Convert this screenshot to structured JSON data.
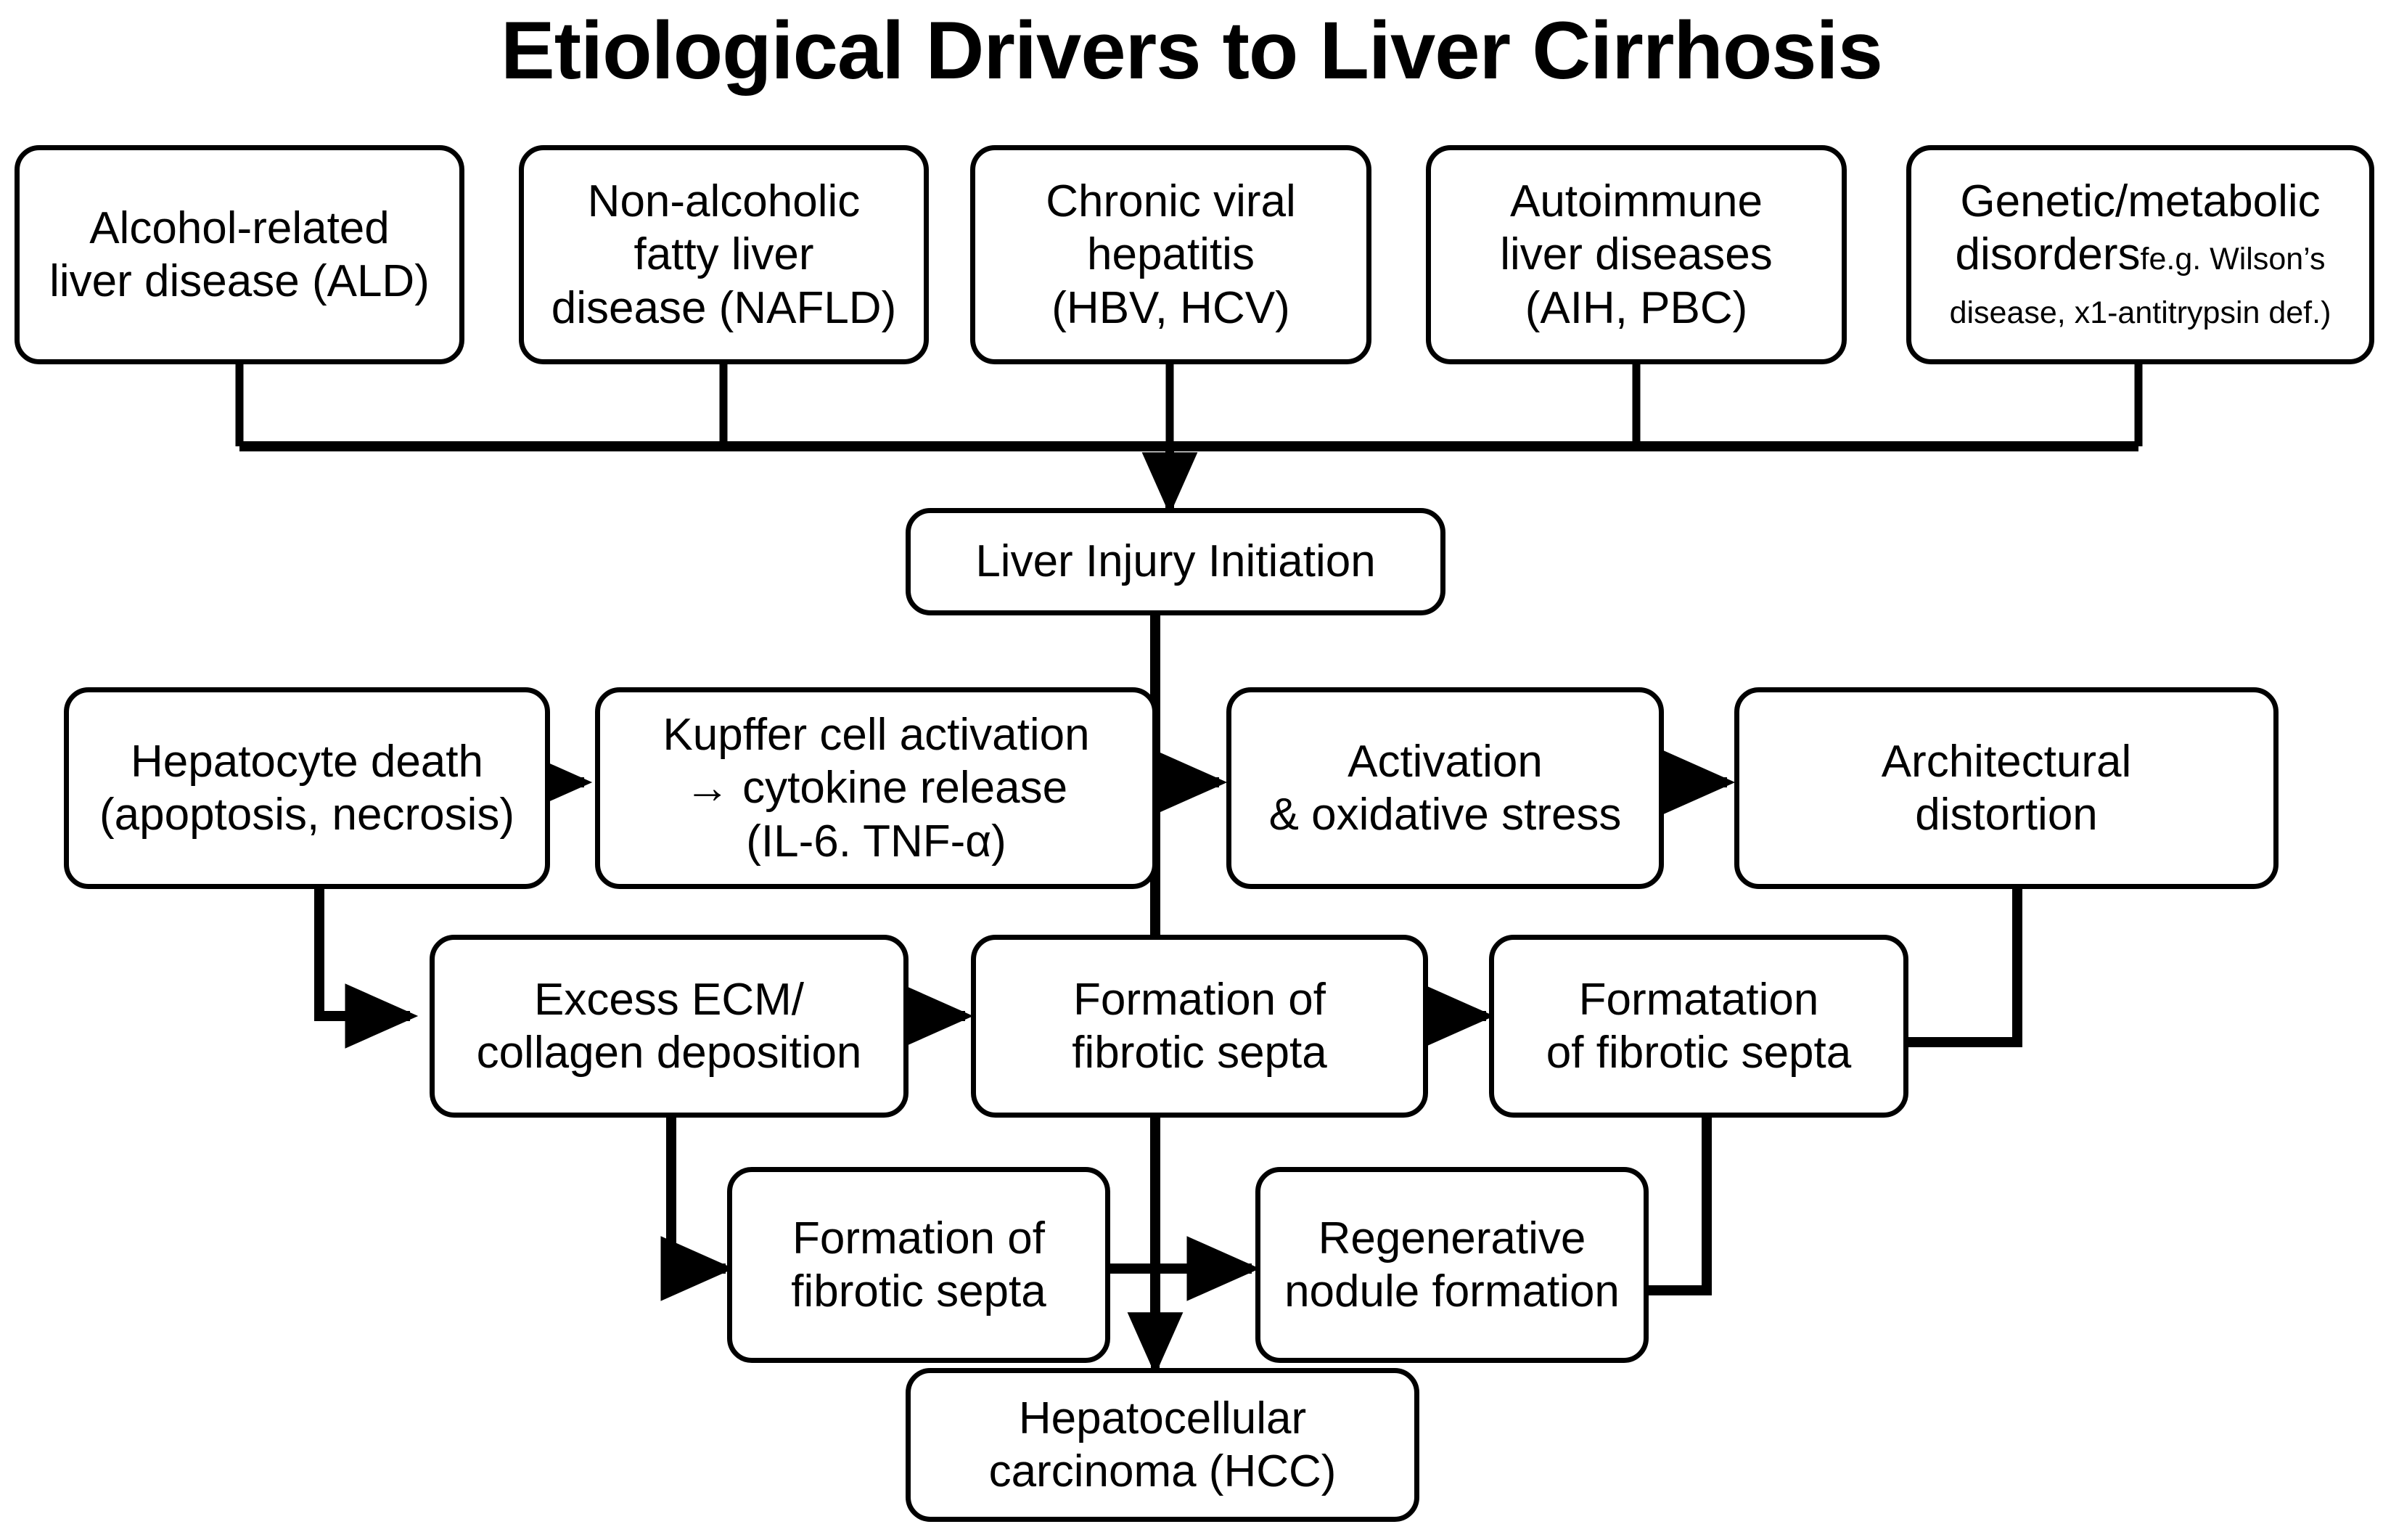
{
  "title": "Etiological Drivers to Liver Cirrhosis",
  "chart_data": {
    "type": "diagram",
    "diagram_kind": "flowchart",
    "title": "Etiological Drivers to Liver Cirrhosis",
    "orientation": "top-to-bottom",
    "node_shape": "rounded-rectangle",
    "stroke_color": "#000000",
    "fill_color": "#ffffff",
    "background": "#ffffff",
    "nodes": [
      {
        "id": "ald",
        "label": "Alcohol-related\nliver disease (ALD)",
        "row": 1
      },
      {
        "id": "nafld",
        "label": "Non-alcoholic\nfatty liver\ndisease (NAFLD)",
        "row": 1
      },
      {
        "id": "hep",
        "label": "Chronic viral\nhepatitis\n(HBV, HCV)",
        "row": 1
      },
      {
        "id": "auto",
        "label": "Autoimmune\nliver diseases\n(AIH, PBC)",
        "row": 1
      },
      {
        "id": "genetic",
        "label": "Genetic/metabolic\ndisorders",
        "row": 1
      },
      {
        "id": "injury",
        "label": "Liver Injury Initiation",
        "row": 2
      },
      {
        "id": "hepdeath",
        "label": "Hepatocyte death\n(apoptosis, necrosis)",
        "row": 3
      },
      {
        "id": "kupffer",
        "label": "Kupffer cell activation\n→ cytokine release",
        "row": 3
      },
      {
        "id": "oxstress",
        "label": "Activation\n& oxidative stress",
        "row": 3
      },
      {
        "id": "archdist",
        "label": "Architectural\ndistortion",
        "row": 3
      },
      {
        "id": "ecm",
        "label": "Excess ECM/\ncollagen deposition",
        "row": 4
      },
      {
        "id": "septa1",
        "label": "Formation of\nfibrotic septa",
        "row": 4
      },
      {
        "id": "septa2",
        "label": "Formatation\nof fibrotic septa",
        "row": 4
      },
      {
        "id": "septa3",
        "label": "Formation of\nfibrotic septa",
        "row": 5
      },
      {
        "id": "nodule",
        "label": "Regenerative\nnodule formation",
        "row": 5
      },
      {
        "id": "hcc",
        "label": "Hepatocellular\ncarcinoma (HCC)",
        "row": 6
      }
    ],
    "edges": [
      {
        "from": "ald",
        "to": "injury",
        "style": "manifold"
      },
      {
        "from": "nafld",
        "to": "injury",
        "style": "manifold"
      },
      {
        "from": "hep",
        "to": "injury",
        "style": "manifold"
      },
      {
        "from": "auto",
        "to": "injury",
        "style": "manifold"
      },
      {
        "from": "genetic",
        "to": "injury",
        "style": "manifold"
      },
      {
        "from": "injury",
        "to": "hcc",
        "style": "vertical-spine"
      },
      {
        "from": "hepdeath",
        "to": "kupffer",
        "style": "arrow-right"
      },
      {
        "from": "kupffer",
        "to": "oxstress",
        "style": "arrow-right"
      },
      {
        "from": "oxstress",
        "to": "archdist",
        "style": "arrow-right"
      },
      {
        "from": "hepdeath",
        "to": "ecm",
        "style": "elbow-down-right"
      },
      {
        "from": "ecm",
        "to": "septa1",
        "style": "arrow-right"
      },
      {
        "from": "septa1",
        "to": "septa2",
        "style": "arrow-right"
      },
      {
        "from": "archdist",
        "to": "septa2",
        "style": "elbow-down-left"
      },
      {
        "from": "ecm",
        "to": "septa3",
        "style": "elbow-down-right"
      },
      {
        "from": "septa3",
        "to": "nodule",
        "style": "arrow-right"
      },
      {
        "from": "septa2",
        "to": "nodule",
        "style": "elbow-down-left"
      }
    ]
  },
  "nodes": {
    "ald": {
      "line1": "Alcohol-related",
      "line2": "liver disease (ALD)"
    },
    "nafld": {
      "line1": "Non-alcoholic",
      "line2": "fatty liver",
      "line3": "disease (NAFLD)"
    },
    "hep": {
      "line1": "Chronic viral",
      "line2": "hepatitis",
      "line3": "(HBV, HCV)"
    },
    "auto": {
      "line1": "Autoimmune",
      "line2": "liver diseases",
      "line3": "(AIH, PBC)"
    },
    "genetic": {
      "line1": "Genetic/metabolic",
      "line2": "disorders",
      "note1": "fe.g. Wilson’s",
      "note2": "disease, x1-antitrypsin def.)"
    },
    "injury": {
      "line1": "Liver Injury Initiation"
    },
    "hepdeath": {
      "line1": "Hepatocyte death",
      "line2": "(apoptosis, necrosis)"
    },
    "kupffer": {
      "line1": "Kupffer cell activation",
      "line2": "→ cytokine release",
      "line3": "(IL-6. TNF-α)"
    },
    "oxstress": {
      "line1": "Activation",
      "line2": "& oxidative stress"
    },
    "archdist": {
      "line1": "Architectural",
      "line2": "distortion"
    },
    "ecm": {
      "line1": "Excess ECM/",
      "line2": "collagen deposition"
    },
    "septa1": {
      "line1": "Formation of",
      "line2": "fibrotic septa"
    },
    "septa2": {
      "line1": "Formatation",
      "line2": "of fibrotic septa"
    },
    "septa3": {
      "line1": "Formation of",
      "line2": "fibrotic septa"
    },
    "nodule": {
      "line1": "Regenerative",
      "line2": "nodule formation"
    },
    "hcc": {
      "line1": "Hepatocellular",
      "line2": "carcinoma (HCC)"
    }
  }
}
